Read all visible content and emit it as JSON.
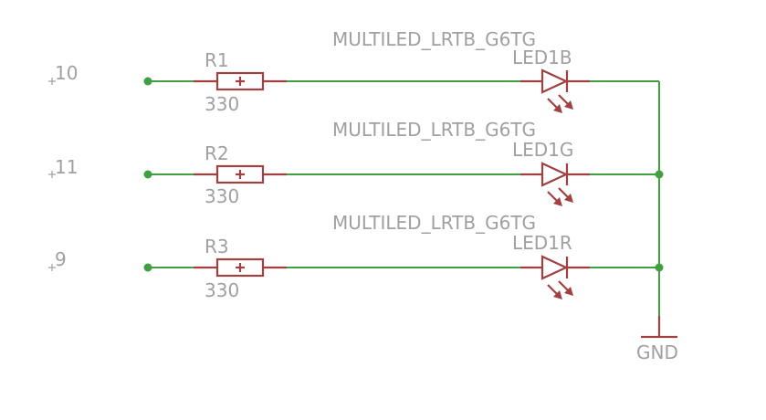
{
  "colors": {
    "wire": "#40a040",
    "part": "#a04040",
    "label": "#a0a0a0",
    "background": "#ffffff"
  },
  "channels": [
    {
      "pin": "10",
      "resistor": {
        "name": "R1",
        "value": "330"
      },
      "led": {
        "part": "MULTILED_LRTB_G6TG",
        "name": "LED1B"
      }
    },
    {
      "pin": "11",
      "resistor": {
        "name": "R2",
        "value": "330"
      },
      "led": {
        "part": "MULTILED_LRTB_G6TG",
        "name": "LED1G"
      }
    },
    {
      "pin": "9",
      "resistor": {
        "name": "R3",
        "value": "330"
      },
      "led": {
        "part": "MULTILED_LRTB_G6TG",
        "name": "LED1R"
      }
    }
  ],
  "ground": {
    "label": "GND"
  }
}
